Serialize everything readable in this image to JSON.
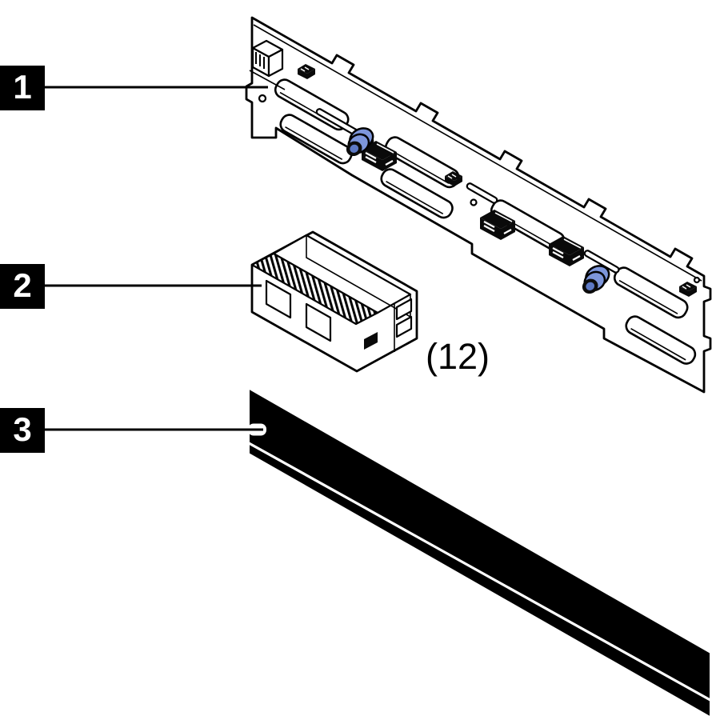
{
  "figure": {
    "background_color": "#ffffff",
    "line_color": "#000000",
    "callout_style": {
      "bg": "#000000",
      "fg": "#ffffff"
    },
    "callouts": [
      {
        "number": "1"
      },
      {
        "number": "2"
      },
      {
        "number": "3"
      }
    ],
    "quantity_note": "(12)",
    "colors": {
      "plunger_blue": "#7d96db",
      "plunger_blue_mid": "#5d79c4",
      "plunger_blue_dark": "#36487e",
      "connector_black": "#0a0a0a"
    }
  }
}
